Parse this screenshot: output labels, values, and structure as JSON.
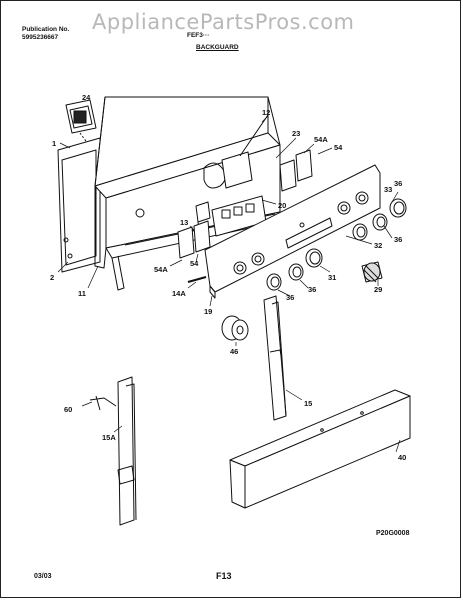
{
  "header": {
    "publication_label": "Publication No.",
    "publication_number": "5995236667",
    "model": "FEF3···",
    "section_title": "BACKGUARD"
  },
  "watermark": "AppliancePartsPros.com",
  "diagram_code": "P20G0008",
  "page_label": "F13",
  "date_code": "03/03",
  "callouts": [
    "24",
    "1",
    "12",
    "23",
    "54A",
    "54",
    "36",
    "20",
    "13",
    "33",
    "54A",
    "54",
    "32",
    "36",
    "2",
    "31",
    "14A",
    "36",
    "36",
    "29",
    "11",
    "19",
    "46",
    "60",
    "15",
    "15A",
    "40"
  ]
}
